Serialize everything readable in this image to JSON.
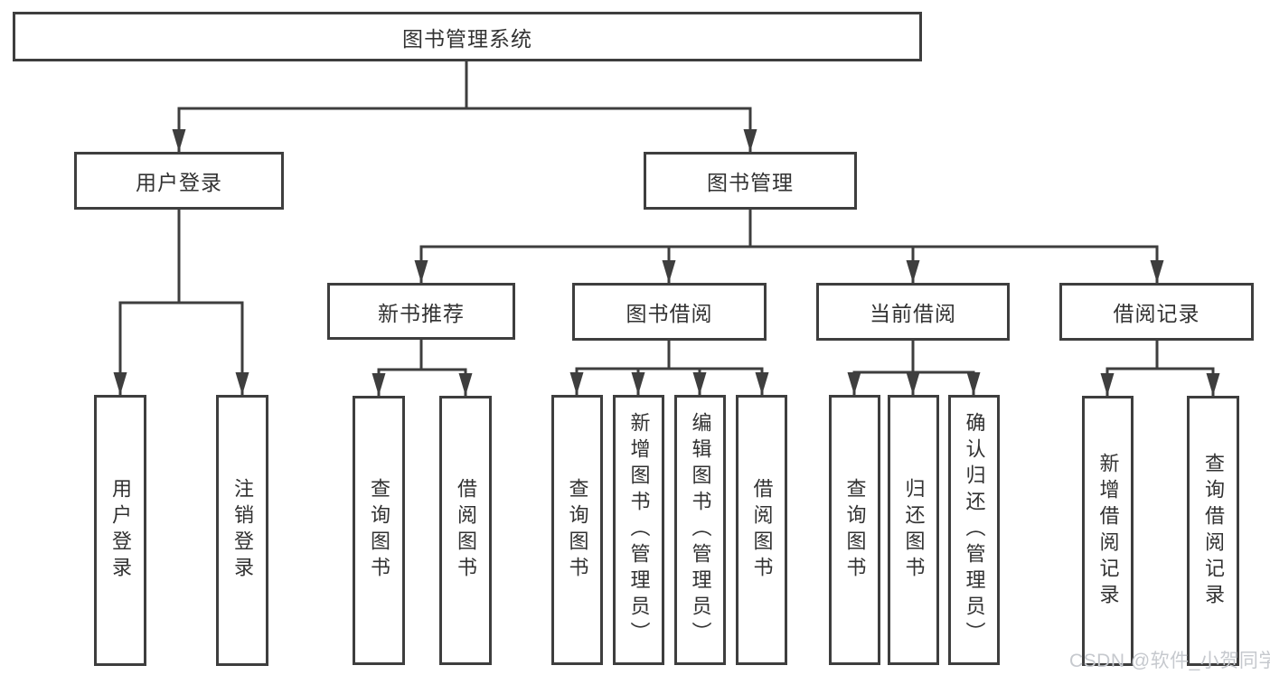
{
  "diagram": {
    "title": "图书管理系统",
    "type": "hierarchy-tree",
    "colors": {
      "line": "#3e3e3e",
      "box_border": "#3e3e3e",
      "text": "#323232",
      "background": "#ffffff",
      "watermark": "#c6c9ce"
    },
    "nodes": {
      "root": "图书管理系统",
      "user_login": "用户登录",
      "book_mgmt": "图书管理",
      "new_book_rec": "新书推荐",
      "book_borrow": "图书借阅",
      "current_borrow": "当前借阅",
      "borrow_record": "借阅记录",
      "ul_login": "用户登录",
      "ul_logout": "注销登录",
      "nb_query": "查询图书",
      "nb_borrow": "借阅图书",
      "bb_query": "查询图书",
      "bb_add": "新增图书（管理员）",
      "bb_edit": "编辑图书（管理员）",
      "bb_borrow": "借阅图书",
      "cb_query": "查询图书",
      "cb_return": "归还图书",
      "cb_confirm": "确认归还（管理员）",
      "br_add": "新增借阅记录",
      "br_query": "查询借阅记录"
    },
    "hierarchy": {
      "图书管理系统": {
        "用户登录": [
          "用户登录",
          "注销登录"
        ],
        "图书管理": {
          "新书推荐": [
            "查询图书",
            "借阅图书"
          ],
          "图书借阅": [
            "查询图书",
            "新增图书（管理员）",
            "编辑图书（管理员）",
            "借阅图书"
          ],
          "当前借阅": [
            "查询图书",
            "归还图书",
            "确认归还（管理员）"
          ],
          "借阅记录": [
            "新增借阅记录",
            "查询借阅记录"
          ]
        }
      }
    }
  },
  "watermark": {
    "text": "CSDN @软件_小贺同学"
  }
}
